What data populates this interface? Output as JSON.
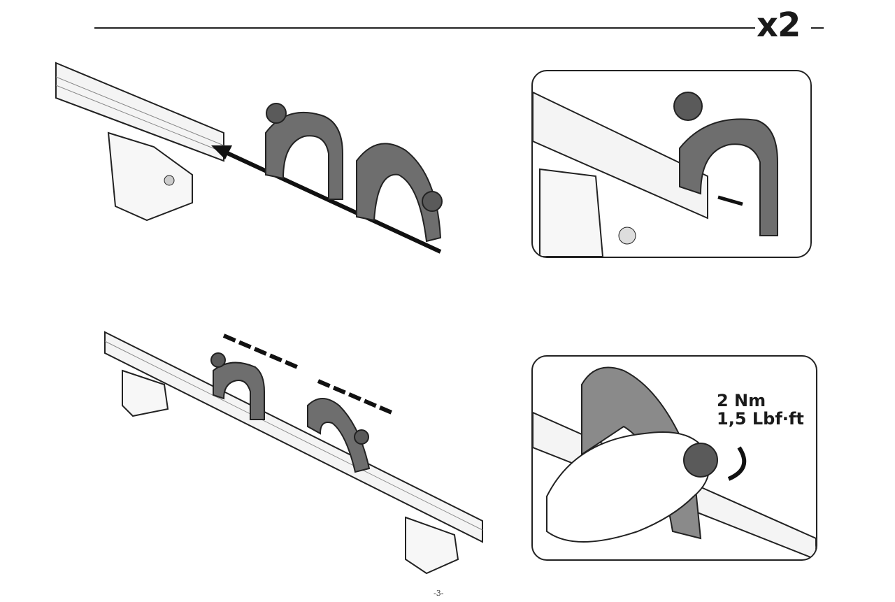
{
  "header": {
    "quantity": "x2"
  },
  "step_torque": {
    "line1": "2 Nm",
    "line2": "1,5 Lbf·ft"
  },
  "footer": {
    "page_number": "-3-"
  },
  "colors": {
    "ink": "#1a1a1a",
    "holder": "#6e6e6e",
    "rail": "#f2f2f2"
  }
}
